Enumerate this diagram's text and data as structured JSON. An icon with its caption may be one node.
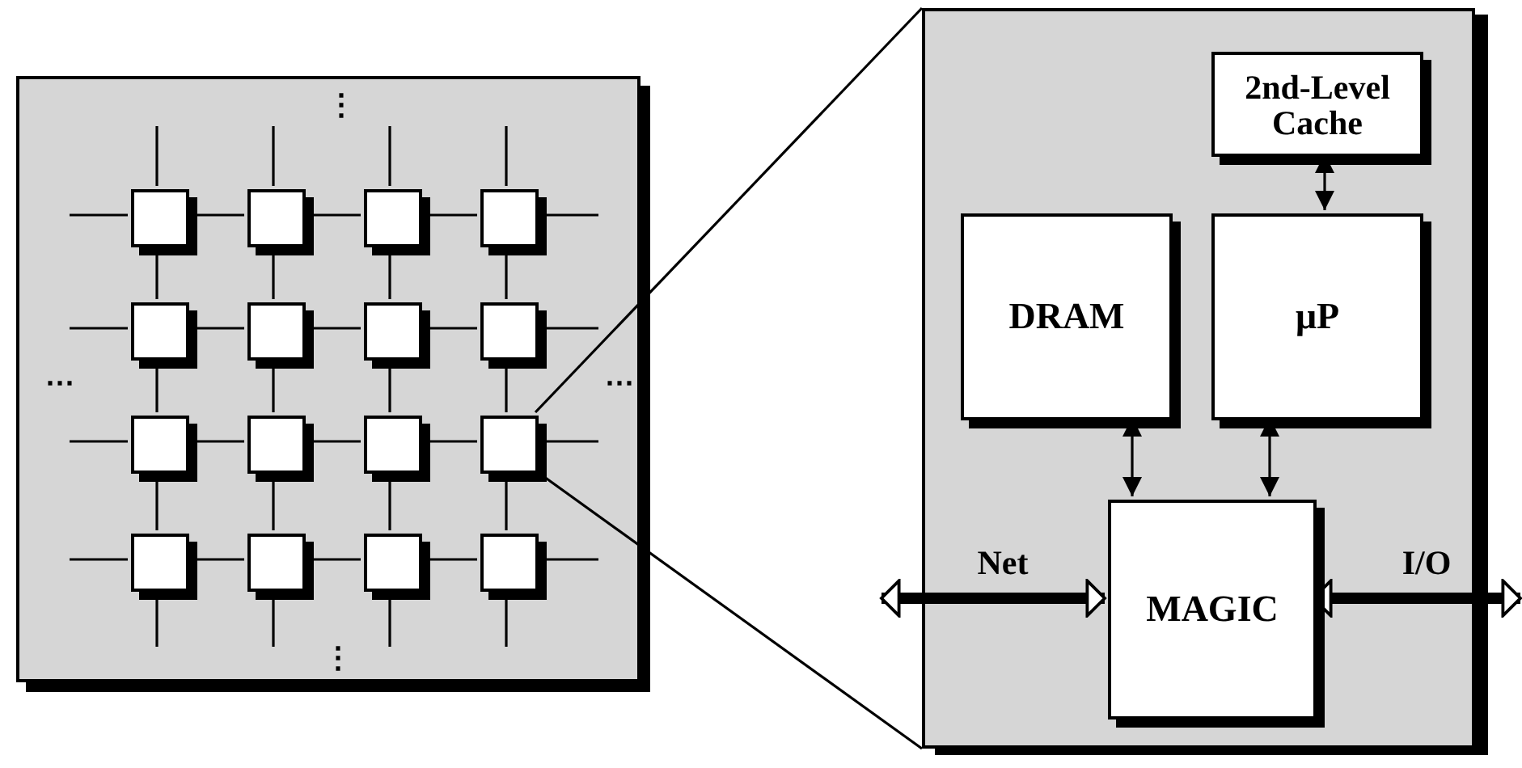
{
  "diagram": {
    "nodes": [
      {
        "text": [],
        "shape": "box"
      },
      {
        "text": [],
        "shape": "box",
        "in": 0
      },
      {
        "text": [],
        "shape": "box",
        "in": 0
      },
      {
        "text": [],
        "shape": "box",
        "in": 0
      },
      {
        "text": [],
        "shape": "box",
        "in": 0
      },
      {
        "text": [],
        "shape": "box",
        "in": 0
      },
      {
        "text": [],
        "shape": "box",
        "in": 0
      },
      {
        "text": [],
        "shape": "box",
        "in": 0
      },
      {
        "text": [],
        "shape": "box",
        "in": 0
      },
      {
        "text": [],
        "shape": "box",
        "in": 0
      },
      {
        "text": [],
        "shape": "box",
        "in": 0
      },
      {
        "text": [],
        "shape": "box",
        "in": 0
      },
      {
        "text": [],
        "shape": "box",
        "in": 0
      },
      {
        "text": [],
        "shape": "box",
        "in": 0
      },
      {
        "text": [],
        "shape": "box",
        "in": 0
      },
      {
        "text": [],
        "shape": "box",
        "in": 0
      },
      {
        "text": [],
        "shape": "box",
        "in": 0
      },
      {
        "text": [],
        "shape": "box"
      },
      {
        "text": [
          "2nd-Level Cache"
        ],
        "in": 17
      },
      {
        "text": [
          "DRAM"
        ],
        "in": 17
      },
      {
        "text": [
          "μP"
        ],
        "in": 17
      },
      {
        "text": [
          "MAGIC"
        ],
        "in": 17
      }
    ],
    "edges": [
      {
        "from": 1,
        "to": 2,
        "arrow": "none"
      },
      {
        "from": 2,
        "to": 3,
        "arrow": "none"
      },
      {
        "from": 3,
        "to": 4,
        "arrow": "none"
      },
      {
        "from": 5,
        "to": 6,
        "arrow": "none"
      },
      {
        "from": 6,
        "to": 7,
        "arrow": "none"
      },
      {
        "from": 7,
        "to": 8,
        "arrow": "none"
      },
      {
        "from": 9,
        "to": 10,
        "arrow": "none"
      },
      {
        "from": 10,
        "to": 11,
        "arrow": "none"
      },
      {
        "from": 11,
        "to": 12,
        "arrow": "none"
      },
      {
        "from": 13,
        "to": 14,
        "arrow": "none"
      },
      {
        "from": 14,
        "to": 15,
        "arrow": "none"
      },
      {
        "from": 15,
        "to": 16,
        "arrow": "none"
      },
      {
        "from": 1,
        "to": 5,
        "arrow": "none"
      },
      {
        "from": 2,
        "to": 6,
        "arrow": "none"
      },
      {
        "from": 3,
        "to": 7,
        "arrow": "none"
      },
      {
        "from": 4,
        "to": 8,
        "arrow": "none"
      },
      {
        "from": 5,
        "to": 9,
        "arrow": "none"
      },
      {
        "from": 6,
        "to": 10,
        "arrow": "none"
      },
      {
        "from": 7,
        "to": 11,
        "arrow": "none"
      },
      {
        "from": 8,
        "to": 12,
        "arrow": "none"
      },
      {
        "from": 9,
        "to": 13,
        "arrow": "none"
      },
      {
        "from": 10,
        "to": 14,
        "arrow": "none"
      },
      {
        "from": 11,
        "to": 15,
        "arrow": "none"
      },
      {
        "from": 12,
        "to": 16,
        "arrow": "none"
      },
      {
        "from": 1,
        "to": null,
        "arrow": "none"
      },
      {
        "from": 2,
        "to": null,
        "arrow": "none"
      },
      {
        "from": 3,
        "to": null,
        "arrow": "none"
      },
      {
        "from": 4,
        "to": null,
        "arrow": "none"
      },
      {
        "from": 13,
        "to": null,
        "arrow": "none"
      },
      {
        "from": 14,
        "to": null,
        "arrow": "none"
      },
      {
        "from": 15,
        "to": null,
        "arrow": "none"
      },
      {
        "from": 16,
        "to": null,
        "arrow": "none"
      },
      {
        "from": 1,
        "to": null,
        "arrow": "none"
      },
      {
        "from": 5,
        "to": null,
        "arrow": "none"
      },
      {
        "from": 9,
        "to": null,
        "arrow": "none"
      },
      {
        "from": 13,
        "to": null,
        "arrow": "none"
      },
      {
        "from": 4,
        "to": null,
        "arrow": "none"
      },
      {
        "from": 8,
        "to": null,
        "arrow": "none"
      },
      {
        "from": 12,
        "to": null,
        "arrow": "none"
      },
      {
        "from": 16,
        "to": null,
        "arrow": "none"
      },
      {
        "from": 12,
        "to": 17,
        "arrow": "none"
      },
      {
        "from": 12,
        "to": 17,
        "arrow": "none"
      },
      {
        "from": 20,
        "to": 18,
        "arrow": "both"
      },
      {
        "from": 19,
        "to": 21,
        "arrow": "both"
      },
      {
        "from": 20,
        "to": 21,
        "arrow": "both"
      },
      {
        "from": null,
        "to": 21,
        "arrow": "both",
        "label": "Net",
        "style": "thick"
      },
      {
        "from": 21,
        "to": null,
        "arrow": "both",
        "label": "I/O",
        "style": "thick"
      }
    ],
    "labels": [
      "⋮",
      "⋯",
      "⋯",
      "⋮"
    ]
  }
}
